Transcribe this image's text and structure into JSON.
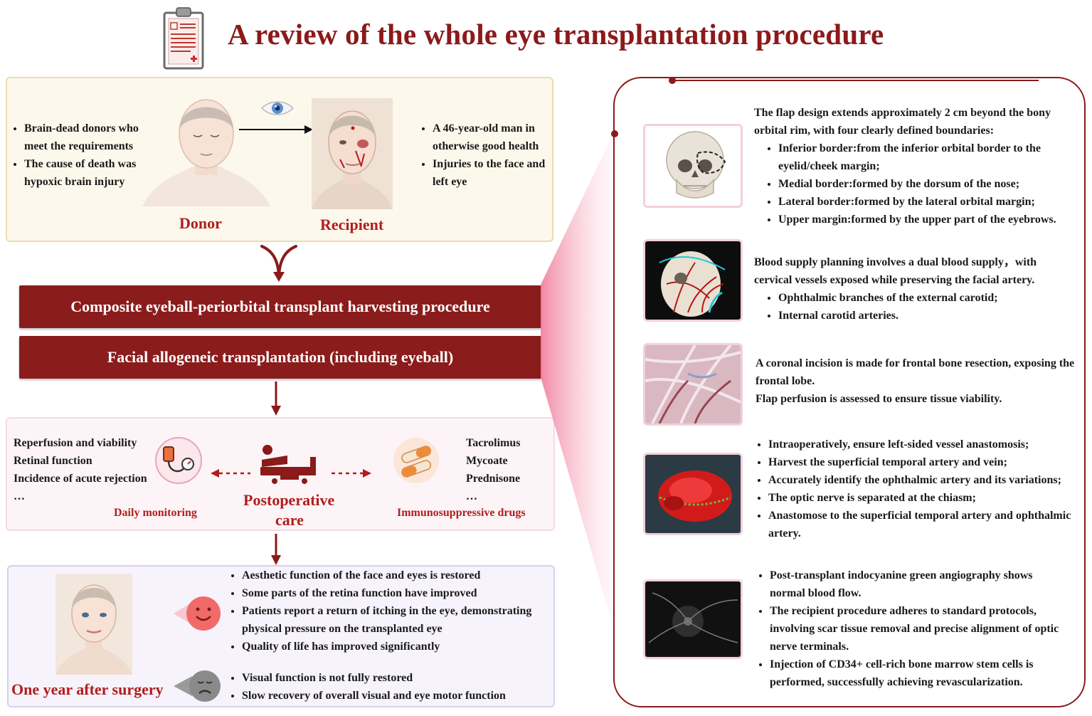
{
  "title": "A review of the whole eye transplantation procedure",
  "donor": {
    "label": "Donor",
    "bullets": [
      "Brain-dead donors who meet the requirements",
      "The cause of death was hypoxic brain injury"
    ]
  },
  "recipient": {
    "label": "Recipient",
    "bullets": [
      "A 46-year-old man in otherwise good health",
      "Injuries to the face and left eye"
    ]
  },
  "banners": [
    "Composite eyeball-periorbital transplant harvesting procedure",
    "Facial allogeneic transplantation (including eyeball)"
  ],
  "postop": {
    "monitoring_items": [
      "Reperfusion and viability",
      "Retinal function",
      "Incidence of acute rejection",
      "…"
    ],
    "monitoring_label": "Daily monitoring",
    "center_label_1": "Postoperative",
    "center_label_2": "care",
    "drugs": [
      "Tacrolimus",
      "Mycoate",
      "Prednisone",
      "…"
    ],
    "drugs_label": "Immunosuppressive drugs"
  },
  "outcome": {
    "label": "One year after surgery",
    "positive": [
      "Aesthetic function of the face and eyes is restored",
      "Some parts of the retina function have improved",
      "Patients report a return of itching in the eye, demonstrating physical pressure on the transplanted eye",
      "Quality of life has improved significantly"
    ],
    "negative": [
      "Visual function is not fully restored",
      "Slow recovery of overall visual and eye motor function"
    ]
  },
  "steps": [
    {
      "intro": "The flap design extends approximately 2 cm beyond the bony orbital rim, with four clearly defined boundaries:",
      "bullets": [
        "Inferior border:from the inferior orbital border to the eyelid/cheek margin;",
        "Medial border:formed by the dorsum of the nose;",
        "Lateral border:formed by the lateral orbital margin;",
        "Upper margin:formed by the upper part of the eyebrows."
      ]
    },
    {
      "intro": "Blood supply planning involves a dual blood supply，with cervical vessels exposed while preserving the facial artery.",
      "bullets": [
        "Ophthalmic branches of the external carotid;",
        "Internal carotid arteries."
      ]
    },
    {
      "intro": "A coronal incision is made for frontal bone resection, exposing the frontal lobe.",
      "intro2": "Flap perfusion is assessed to ensure tissue viability."
    },
    {
      "bullets": [
        "Intraoperatively, ensure left-sided vessel anastomosis;",
        "Harvest the superficial temporal artery and vein;",
        "Accurately identify the ophthalmic artery and its variations;",
        "The optic nerve is separated at the chiasm;",
        "Anastomose to the superficial temporal artery and ophthalmic artery."
      ]
    },
    {
      "bullets": [
        "Post-transplant indocyanine green angiography shows normal blood flow.",
        "The recipient procedure adheres to standard protocols, involving scar tissue removal and precise alignment of optic nerve terminals.",
        "Injection of CD34+ cell-rich bone marrow stem cells is performed, successfully achieving revascularization."
      ]
    }
  ],
  "colors": {
    "accent": "#8b1a1a",
    "label_red": "#b01e1e",
    "top_box": "#fdf8ec",
    "mid_box": "#fdf4f7",
    "bottom_box": "#f6f3fc"
  },
  "icons": [
    "clipboard-icon",
    "eye-icon",
    "bed-icon",
    "blood-pressure-icon",
    "pills-icon",
    "happy-face-icon",
    "sad-face-icon"
  ]
}
